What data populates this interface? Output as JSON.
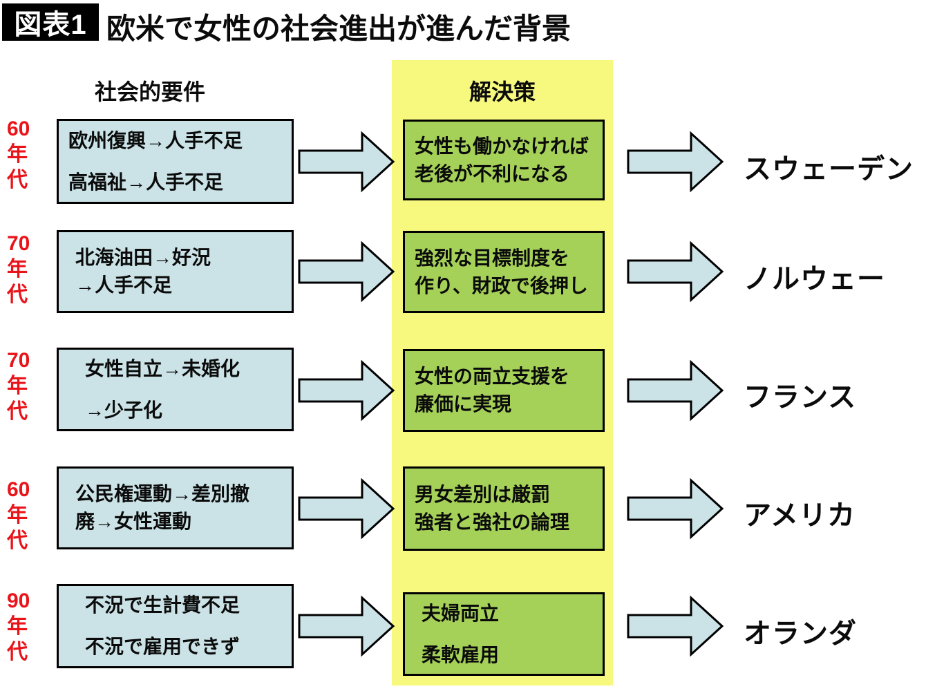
{
  "title": {
    "tag": "図表1",
    "text": "欧米で女性の社会進出が進んだ背景"
  },
  "headers": {
    "left": "社会的要件",
    "right": "解決策"
  },
  "rows": [
    {
      "era_lines": [
        "60",
        "年",
        "代"
      ],
      "requirement_lines": [
        "欧州復興→人手不足",
        "高福祉→人手不足"
      ],
      "solution_lines": [
        "女性も働かなければ",
        "老後が不利になる"
      ],
      "country": "スウェーデン"
    },
    {
      "era_lines": [
        "70",
        "年",
        "代"
      ],
      "requirement_lines": [
        "北海油田→好況",
        "→人手不足"
      ],
      "solution_lines": [
        "強烈な目標制度を",
        "作り、財政で後押し"
      ],
      "country": "ノルウェー"
    },
    {
      "era_lines": [
        "70",
        "年",
        "代"
      ],
      "requirement_lines": [
        "女性自立→未婚化",
        "→少子化"
      ],
      "solution_lines": [
        "女性の両立支援を",
        "廉価に実現"
      ],
      "country": "フランス"
    },
    {
      "era_lines": [
        "60",
        "年",
        "代"
      ],
      "requirement_lines": [
        "公民権運動→差別撤",
        "廃→女性運動"
      ],
      "solution_lines": [
        "男女差別は厳罰",
        "強者と強社の論理"
      ],
      "country": "アメリカ"
    },
    {
      "era_lines": [
        "90",
        "年",
        "代"
      ],
      "requirement_lines": [
        "不況で生計費不足",
        "不況で雇用できず"
      ],
      "solution_lines": [
        "夫婦両立",
        "柔軟雇用"
      ],
      "country": "オランダ"
    }
  ],
  "colors": {
    "era_label": "#e8141a",
    "requirement_box": "#cbe3e7",
    "solution_box": "#a5d158",
    "band": "#f7f97f",
    "arrow_fill": "#cbe3e7",
    "outline": "#000000",
    "tag_bg": "#000000",
    "tag_text": "#ffffff"
  }
}
